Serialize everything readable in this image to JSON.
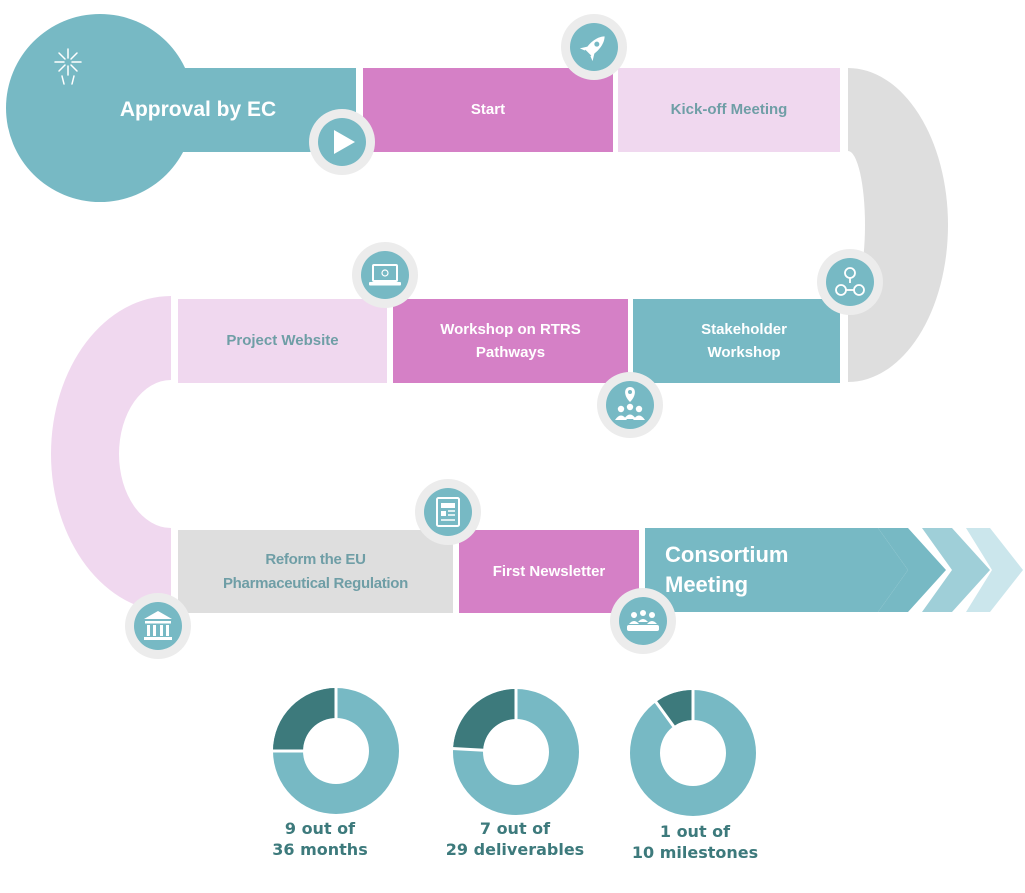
{
  "colors": {
    "teal": "#77b9c4",
    "teal_dark": "#3d7a7c",
    "magenta": "#d580c6",
    "pink_light": "#f0d8ef",
    "grey": "#dedede",
    "icon_ring": "#ececec"
  },
  "milestones": {
    "approval": "Approval by EC",
    "start": "Start",
    "kickoff": "Kick-off Meeting",
    "stakeholder": "Stakeholder\nWorkshop",
    "rtrs": "Workshop on RTRS\nPathways",
    "website": "Project Website",
    "reform": "Reform the EU\nPharmaceutical Regulation",
    "newsletter": "First Newsletter",
    "consortium": "Consortium\nMeeting"
  },
  "icons": [
    "fireworks-icon",
    "play-icon",
    "rocket-icon",
    "network-icon",
    "map-pin-group-icon",
    "laptop-icon",
    "newspaper-icon",
    "bank-icon",
    "meeting-icon"
  ],
  "progress": [
    {
      "label": "9 out of\n36 months",
      "done": 9,
      "total": 36
    },
    {
      "label": "7 out of\n29 deliverables",
      "done": 7,
      "total": 29
    },
    {
      "label": "1 out of\n10 milestones",
      "done": 1,
      "total": 10
    }
  ]
}
